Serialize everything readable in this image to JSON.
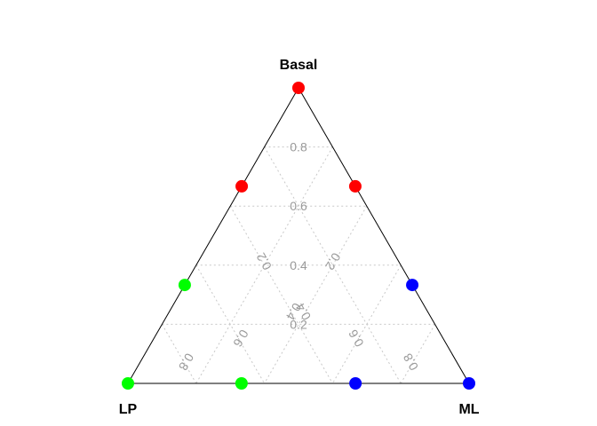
{
  "chart_data": {
    "type": "scatter",
    "subtype": "ternary",
    "vertices": {
      "top": "Basal",
      "left": "LP",
      "right": "ML"
    },
    "ticks": [
      "0.2",
      "0.4",
      "0.6",
      "0.8"
    ],
    "grid": true,
    "grid_style": "dotted",
    "colors": {
      "red": "#ff0000",
      "green": "#00ff00",
      "blue": "#0000ff",
      "frame": "#000000",
      "grid": "#c8c8c8",
      "tick_text": "#9a9a9a"
    },
    "points": [
      {
        "Basal": 1.0,
        "LP": 0.0,
        "ML": 0.0,
        "color": "red"
      },
      {
        "Basal": 0.667,
        "LP": 0.333,
        "ML": 0.0,
        "color": "red"
      },
      {
        "Basal": 0.667,
        "LP": 0.0,
        "ML": 0.333,
        "color": "red"
      },
      {
        "Basal": 0.333,
        "LP": 0.667,
        "ML": 0.0,
        "color": "green"
      },
      {
        "Basal": 0.0,
        "LP": 1.0,
        "ML": 0.0,
        "color": "green"
      },
      {
        "Basal": 0.0,
        "LP": 0.667,
        "ML": 0.333,
        "color": "green"
      },
      {
        "Basal": 0.333,
        "LP": 0.0,
        "ML": 0.667,
        "color": "blue"
      },
      {
        "Basal": 0.0,
        "LP": 0.333,
        "ML": 0.667,
        "color": "blue"
      },
      {
        "Basal": 0.0,
        "LP": 0.0,
        "ML": 1.0,
        "color": "blue"
      }
    ]
  }
}
